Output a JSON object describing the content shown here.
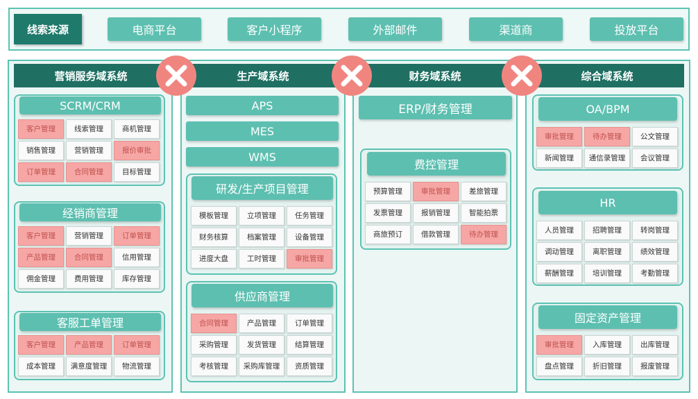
{
  "sources": {
    "title": "线索来源",
    "items": [
      "电商平台",
      "客户小程序",
      "外部邮件",
      "渠道商",
      "投放平台"
    ]
  },
  "colors": {
    "dark": "#1f6f63",
    "teal": "#5dbfb0",
    "highlight": "#f6a7a5",
    "x": "#f08580"
  },
  "col_marketing": {
    "title": "营销服务域系统",
    "scrm": {
      "title": "SCRM/CRM",
      "cells": [
        "客户管理",
        "线索管理",
        "商机管理",
        "销售管理",
        "营销管理",
        "报价审批",
        "订单管理",
        "合同管理",
        "目标管理"
      ]
    },
    "dealer": {
      "title": "经销商管理",
      "cells": [
        "客户管理",
        "营销管理",
        "订单管理",
        "产品管理",
        "合同管理",
        "信用管理",
        "佣金管理",
        "费用管理",
        "库存管理"
      ]
    },
    "service": {
      "title": "客服工单管理",
      "cells": [
        "客户管理",
        "产品管理",
        "订单管理",
        "成本管理",
        "满意度管理",
        "物流管理"
      ]
    }
  },
  "col_production": {
    "title": "生产域系统",
    "bars": [
      "APS",
      "MES",
      "WMS"
    ],
    "rd": {
      "title": "研发/生产项目管理",
      "cells": [
        "模板管理",
        "立项管理",
        "任务管理",
        "财务核算",
        "档案管理",
        "设备管理",
        "进度大盘",
        "工时管理",
        "审批管理"
      ]
    },
    "supplier": {
      "title": "供应商管理",
      "cells": [
        "合同管理",
        "产品管理",
        "订单管理",
        "采购管理",
        "发货管理",
        "结算管理",
        "考核管理",
        "采购库管理",
        "资质管理"
      ]
    }
  },
  "col_finance": {
    "title": "财务域系统",
    "erp": "ERP/财务管理",
    "expense": {
      "title": "费控管理",
      "cells": [
        "预算管理",
        "审批管理",
        "差旅管理",
        "发票管理",
        "报销管理",
        "智能拍票",
        "商旅预订",
        "借款管理",
        "待办管理"
      ]
    }
  },
  "col_general": {
    "title": "综合域系统",
    "oa": {
      "title": "OA/BPM",
      "cells": [
        "审批管理",
        "待办管理",
        "公文管理",
        "新闻管理",
        "通信录管理",
        "会议管理"
      ]
    },
    "hr": {
      "title": "HR",
      "cells": [
        "人员管理",
        "招聘管理",
        "转岗管理",
        "调动管理",
        "离职管理",
        "绩效管理",
        "薪酬管理",
        "培训管理",
        "考勤管理"
      ]
    },
    "assets": {
      "title": "固定资产管理",
      "cells": [
        "审批管理",
        "入库管理",
        "出库管理",
        "盘点管理",
        "折旧管理",
        "报废管理"
      ]
    }
  }
}
